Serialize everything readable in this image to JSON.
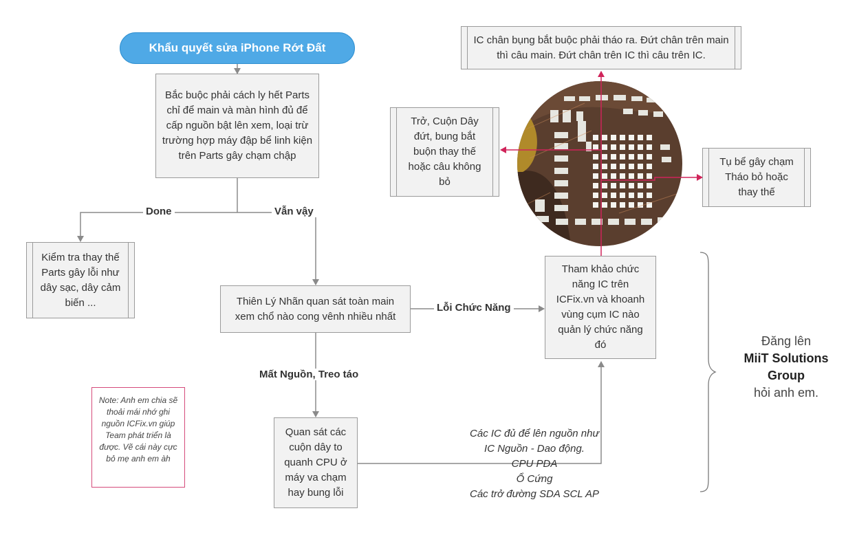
{
  "title": "Khẩu quyết sửa iPhone Rớt Đất",
  "step1": "Bắc buộc phải cách ly hết Parts chỉ để main và màn hình đủ để cấp nguồn bật lên xem, loại trừ trường hợp máy đập bể linh kiện trên Parts gây chạm chập",
  "label_done": "Done",
  "label_still": "Vẫn vậy",
  "check_parts": "Kiểm tra thay thế Parts gây lỗi như dây sạc, dây cảm biến ...",
  "observe_main": "Thiên Lý Nhãn quan sát toàn main xem chổ nào cong vênh nhiều nhất",
  "label_function_error": "Lỗi Chức Năng",
  "label_power_loss": "Mất Nguồn, Treo táo",
  "observe_coils": "Quan sát các cuộn dây to quanh CPU ở máy va chạm hay bung lỗi",
  "reference_ic": "Tham khảo chức năng IC trên ICFix.vn và khoanh vùng cụm IC nào quản lý chức năng đó",
  "ic_list": [
    "Các IC đủ để lên nguồn như",
    "IC Nguồn - Dao động.",
    "CPU PDA",
    "Ổ Cứng",
    "Các trở đường SDA SCL AP"
  ],
  "ic_pins": "IC chân bụng bắt buộc phải tháo ra. Đứt chân trên main thì câu main. Đứt chân trên IC thì câu trên IC.",
  "resistor_coil": "Trở, Cuộn Dây đứt, bung bắt buộn thay thế hoặc câu không bỏ",
  "capacitor": "Tụ bể gây chạm Tháo bỏ hoặc thay thế",
  "note": "Note: Anh em chia sẽ thoải mái nhớ ghi nguồn ICFix.vn giúp Team phát triển là được. Vẽ cái này cực bỏ mẹ anh em àh",
  "side_prefix": "Đăng lên",
  "side_brand": "MiiT Solutions Group",
  "side_suffix": "hỏi anh em.",
  "colors": {
    "title_fill": "#4fa9e6",
    "box_fill": "#f2f2f2",
    "accent_pink": "#d0245a",
    "connector": "#8a8a8a"
  },
  "icons": [
    "arrow-down",
    "arrow-right",
    "arrow-left",
    "brace",
    "pcb-photo"
  ]
}
